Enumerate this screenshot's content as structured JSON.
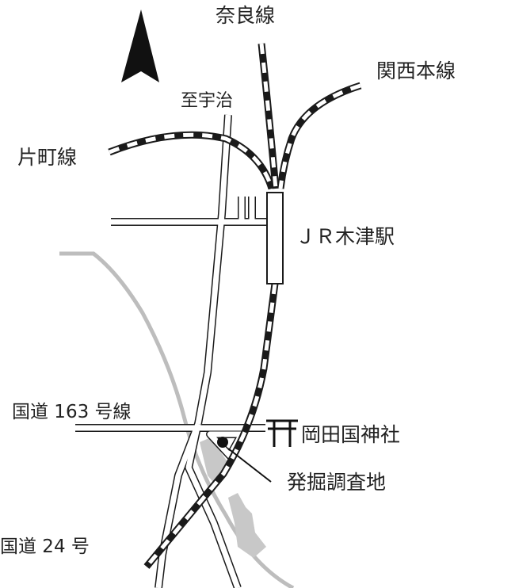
{
  "map": {
    "labels": {
      "nara_line": "奈良線",
      "kansai_line": "関西本線",
      "to_uji": "至宇治",
      "katamachi_line": "片町線",
      "kizu_station": "ＪＲ木津駅",
      "route_163": "国道 163 号線",
      "okadakuni_shrine": "岡田国神社",
      "excavation_site": "発掘調査地",
      "route_24": "国道 24 号"
    },
    "icons": {
      "north_arrow": "north-arrow-icon",
      "shrine": "torii-shrine-icon",
      "site": "excavation-dot-icon"
    },
    "colors": {
      "line": "#1a1a1a",
      "river": "#bdbdbd",
      "area": "#c8c8c8"
    }
  }
}
